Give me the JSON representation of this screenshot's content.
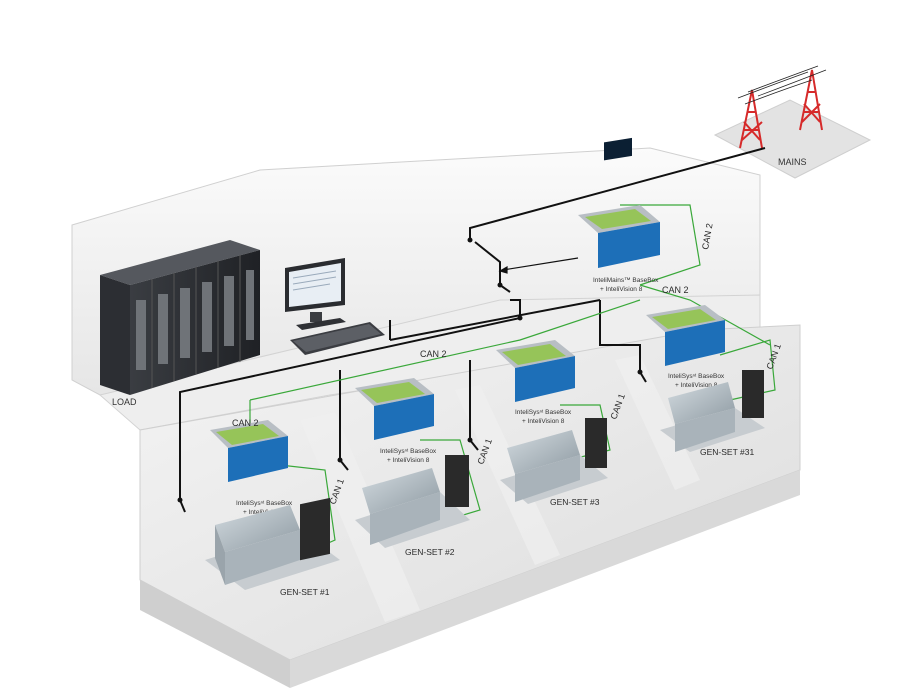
{
  "diagram": {
    "mains_label": "MAINS",
    "load_label": "LOAD",
    "can_labels": {
      "can2_top": "CAN 2",
      "can2_mains": "CAN 2",
      "can2_mid": "CAN 2",
      "can2_left": "CAN 2",
      "can1_g1": "CAN 1",
      "can1_g2": "CAN 1",
      "can1_g3": "CAN 1",
      "can1_g31": "CAN 1"
    },
    "mains_controller": {
      "line1": "InteliMains™ BaseBox",
      "line2": "+ InteliVision 8"
    },
    "gensets": [
      {
        "label": "GEN-SET #1",
        "controller_line1": "InteliSysⁿᵗ BaseBox",
        "controller_line2": "+ InteliVision 8"
      },
      {
        "label": "GEN-SET #2",
        "controller_line1": "InteliSysⁿᵗ BaseBox",
        "controller_line2": "+ InteliVision 8"
      },
      {
        "label": "GEN-SET #3",
        "controller_line1": "InteliSysⁿᵗ BaseBox",
        "controller_line2": "+ InteliVision 8"
      },
      {
        "label": "GEN-SET #31",
        "controller_line1": "InteliSysⁿᵗ BaseBox",
        "controller_line2": "+ InteliVision 8"
      }
    ],
    "colors": {
      "can_bus": "#3aa83a",
      "power_line": "#111111",
      "pylon": "#d62a2a",
      "display_blue": "#1d6fb8",
      "controller_green": "#8dc63f"
    }
  }
}
